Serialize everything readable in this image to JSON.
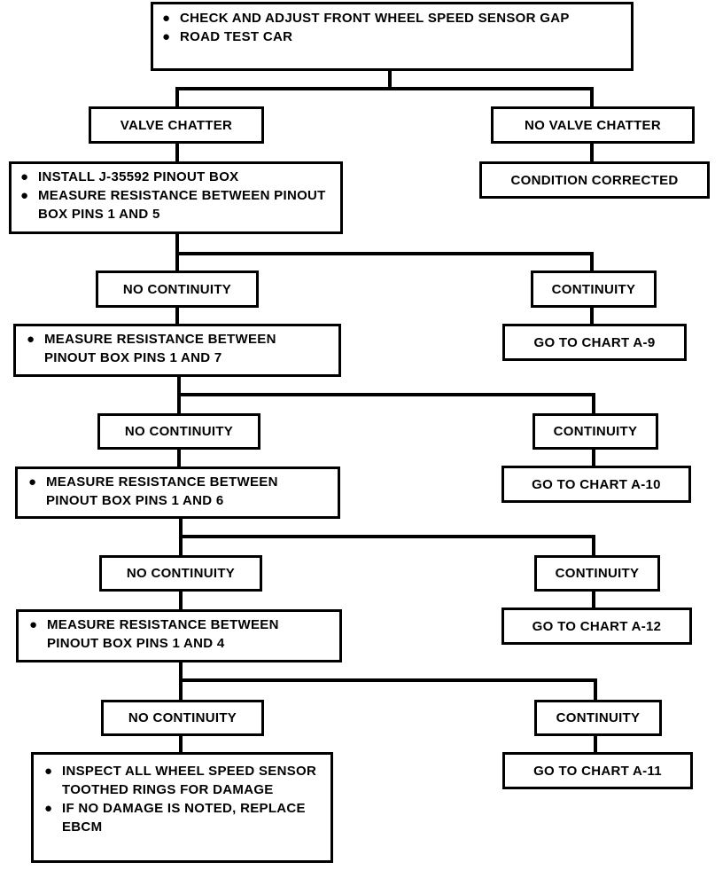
{
  "flowchart": {
    "start": {
      "items": [
        "CHECK AND ADJUST FRONT WHEEL SPEED SENSOR GAP",
        "ROAD TEST CAR"
      ]
    },
    "valve_chatter": "VALVE CHATTER",
    "no_valve_chatter": "NO VALVE CHATTER",
    "condition_corrected": "CONDITION CORRECTED",
    "step1": {
      "items": [
        "INSTALL J-35592 PINOUT BOX",
        "MEASURE RESISTANCE  BETWEEN PINOUT BOX PINS 1 AND 5"
      ]
    },
    "step1_no_continuity": "NO CONTINUITY",
    "step1_continuity": "CONTINUITY",
    "step1_goto": "GO TO CHART A-9",
    "step2": {
      "items": [
        "MEASURE RESISTANCE BETWEEN PINOUT BOX PINS 1 AND 7"
      ]
    },
    "step2_no_continuity": "NO CONTINUITY",
    "step2_continuity": "CONTINUITY",
    "step2_goto": "GO TO CHART A-10",
    "step3": {
      "items": [
        "MEASURE RESISTANCE BETWEEN PINOUT BOX PINS 1 AND 6"
      ]
    },
    "step3_no_continuity": "NO CONTINUITY",
    "step3_continuity": "CONTINUITY",
    "step3_goto": "GO TO CHART A-12",
    "step4": {
      "items": [
        "MEASURE RESISTANCE BETWEEN PINOUT BOX PINS 1 AND 4"
      ]
    },
    "step4_no_continuity": "NO CONTINUITY",
    "step4_continuity": "CONTINUITY",
    "step4_goto": "GO TO CHART A-11",
    "final": {
      "items": [
        "INSPECT ALL WHEEL SPEED SENSOR TOOTHED RINGS FOR DAMAGE",
        "IF NO DAMAGE IS NOTED, REPLACE EBCM"
      ]
    },
    "bullet_glyph": "●"
  }
}
